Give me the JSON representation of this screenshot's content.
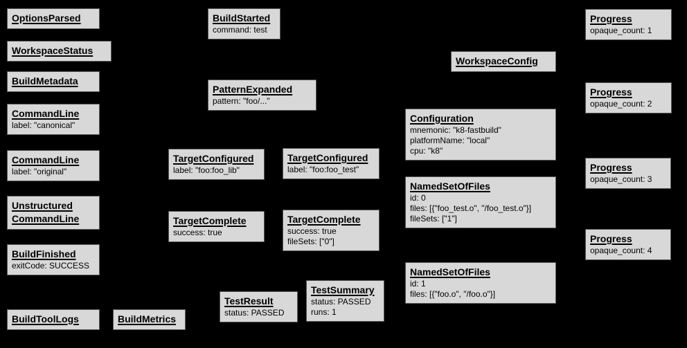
{
  "canvas": {
    "background_color": "#000000",
    "node_fill_color": "#d8d8d8",
    "node_border_color": "#5a5a5a",
    "text_color": "#000000"
  },
  "diagram": {
    "description": "Build event protocol event graph",
    "nodes": [
      {
        "title": "OptionsParsed",
        "lines": []
      },
      {
        "title": "WorkspaceStatus",
        "lines": []
      },
      {
        "title": "BuildMetadata",
        "lines": []
      },
      {
        "title": "CommandLine",
        "lines": [
          "label: \"canonical\""
        ]
      },
      {
        "title": "CommandLine",
        "lines": [
          "label: \"original\""
        ]
      },
      {
        "title": "Unstructured\nCommandLine",
        "lines": []
      },
      {
        "title": "BuildFinished",
        "lines": [
          "exitCode: SUCCESS"
        ]
      },
      {
        "title": "BuildToolLogs",
        "lines": []
      },
      {
        "title": "BuildMetrics",
        "lines": []
      },
      {
        "title": "BuildStarted",
        "lines": [
          "command: test"
        ]
      },
      {
        "title": "PatternExpanded",
        "lines": [
          "pattern: \"foo/...\""
        ]
      },
      {
        "title": "TargetConfigured",
        "lines": [
          "label: \"foo:foo_lib\""
        ]
      },
      {
        "title": "TargetConfigured",
        "lines": [
          "label: \"foo:foo_test\""
        ]
      },
      {
        "title": "TargetComplete",
        "lines": [
          "success: true"
        ]
      },
      {
        "title": "TargetComplete",
        "lines": [
          "success: true",
          "fileSets: [\"0\"]"
        ]
      },
      {
        "title": "TestResult",
        "lines": [
          "status: PASSED"
        ]
      },
      {
        "title": "TestSummary",
        "lines": [
          "status: PASSED",
          "runs: 1"
        ]
      },
      {
        "title": "WorkspaceConfig",
        "lines": []
      },
      {
        "title": "Configuration",
        "lines": [
          "mnemonic: \"k8-fastbuild\"",
          "platformName: \"local\"",
          "cpu: \"k8\""
        ]
      },
      {
        "title": "NamedSetOfFiles",
        "lines": [
          "id: 0",
          "files: [{\"foo_test.o\", \"/foo_test.o\"}]",
          "fileSets: [\"1\"]"
        ]
      },
      {
        "title": "NamedSetOfFiles",
        "lines": [
          "id: 1",
          "files: [{\"foo.o\", \"/foo.o\"}]"
        ]
      },
      {
        "title": "Progress",
        "lines": [
          "opaque_count: 1"
        ]
      },
      {
        "title": "Progress",
        "lines": [
          "opaque_count: 2"
        ]
      },
      {
        "title": "Progress",
        "lines": [
          "opaque_count: 3"
        ]
      },
      {
        "title": "Progress",
        "lines": [
          "opaque_count: 4"
        ]
      }
    ]
  }
}
